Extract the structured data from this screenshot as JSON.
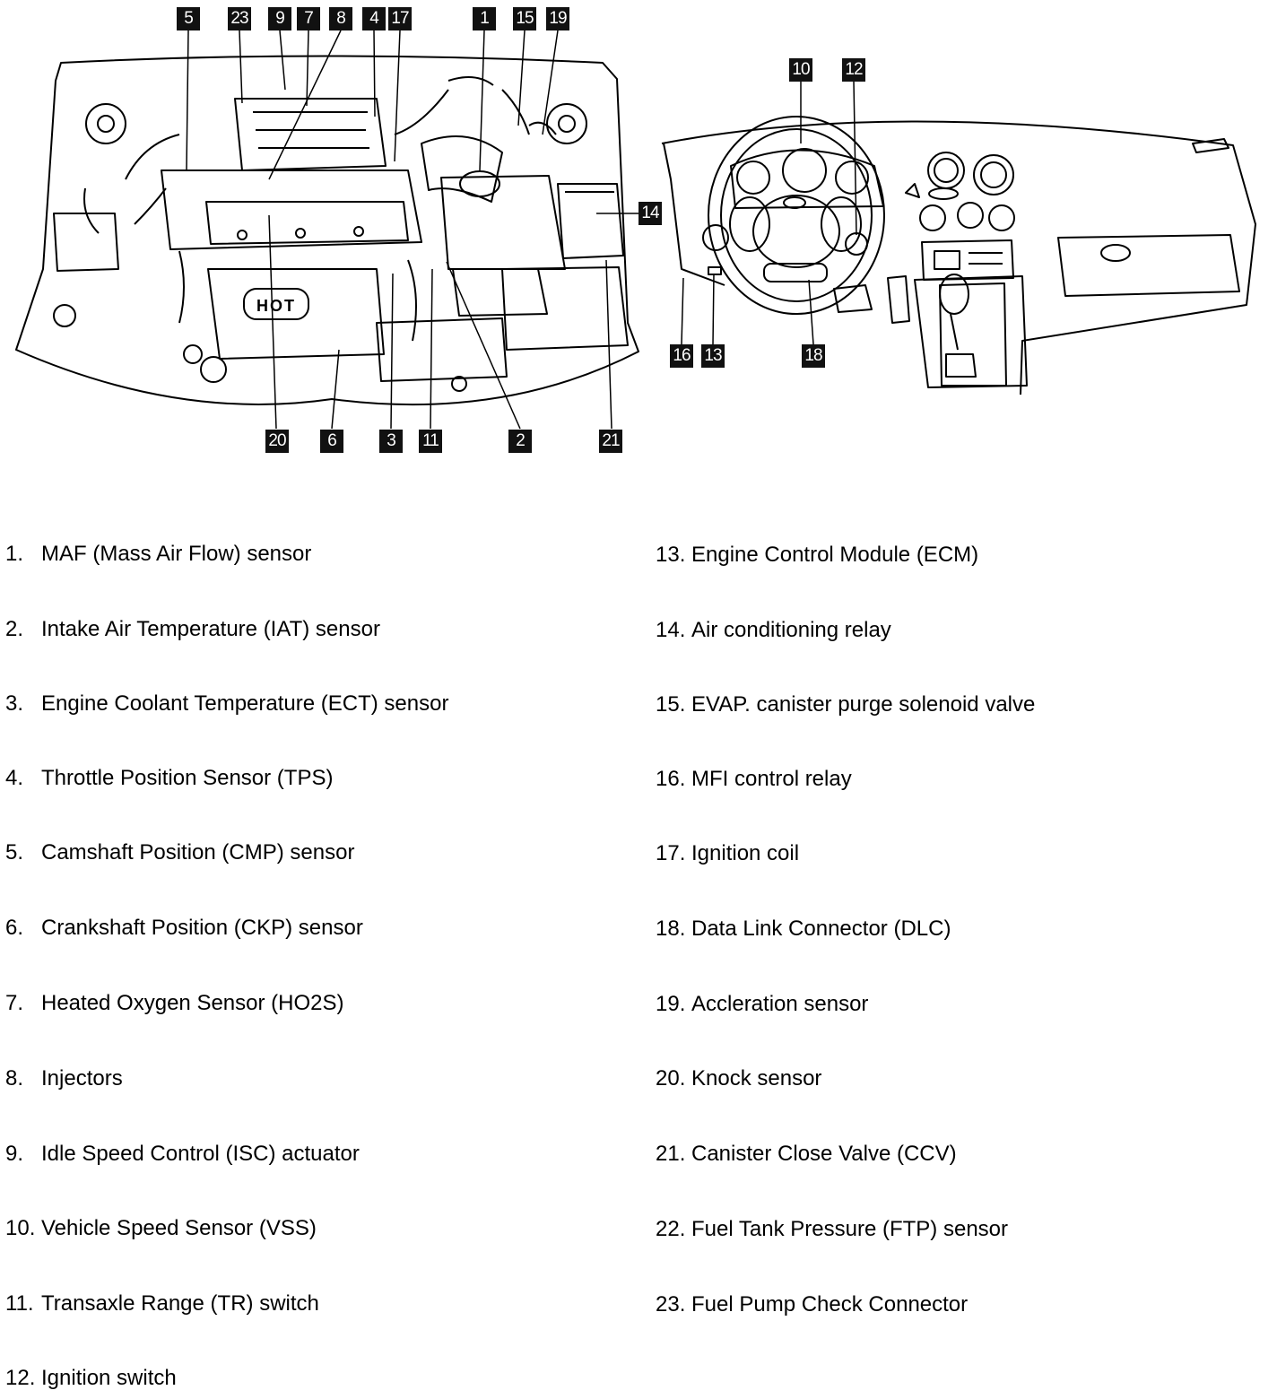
{
  "callouts": {
    "c5": "5",
    "c23": "23",
    "c9": "9",
    "c7": "7",
    "c8": "8",
    "c4": "4",
    "c17": "17",
    "c1": "1",
    "c15": "15",
    "c19": "19",
    "c14": "14",
    "c20": "20",
    "c6": "6",
    "c3": "3",
    "c11": "11",
    "c2": "2",
    "c21": "21",
    "c10": "10",
    "c12": "12",
    "c16": "16",
    "c13": "13",
    "c18": "18"
  },
  "engine_labels": {
    "hot": "HOT"
  },
  "legend": [
    {
      "num": "1.",
      "text": "MAF (Mass Air Flow) sensor"
    },
    {
      "num": "2.",
      "text": "Intake Air Temperature (IAT) sensor"
    },
    {
      "num": "3.",
      "text": "Engine Coolant Temperature (ECT) sensor"
    },
    {
      "num": "4.",
      "text": "Throttle Position Sensor (TPS)"
    },
    {
      "num": "5.",
      "text": "Camshaft Position (CMP) sensor"
    },
    {
      "num": "6.",
      "text": "Crankshaft Position (CKP) sensor"
    },
    {
      "num": "7.",
      "text": "Heated Oxygen Sensor (HO2S)"
    },
    {
      "num": "8.",
      "text": "Injectors"
    },
    {
      "num": "9.",
      "text": "Idle Speed Control (ISC) actuator"
    },
    {
      "num": "10.",
      "text": "Vehicle Speed Sensor (VSS)"
    },
    {
      "num": "11.",
      "text": "Transaxle Range (TR) switch"
    },
    {
      "num": "12.",
      "text": "Ignition switch"
    },
    {
      "num": "13.",
      "text": "Engine Control Module (ECM)"
    },
    {
      "num": "14.",
      "text": "Air conditioning relay"
    },
    {
      "num": "15.",
      "text": "EVAP. canister purge solenoid valve"
    },
    {
      "num": "16.",
      "text": "MFI control relay"
    },
    {
      "num": "17.",
      "text": "Ignition coil"
    },
    {
      "num": "18.",
      "text": "Data Link Connector (DLC)"
    },
    {
      "num": "19.",
      "text": "Accleration sensor"
    },
    {
      "num": "20.",
      "text": "Knock sensor"
    },
    {
      "num": "21.",
      "text": "Canister Close Valve (CCV)"
    },
    {
      "num": "22.",
      "text": "Fuel Tank Pressure (FTP) sensor"
    },
    {
      "num": "23.",
      "text": "Fuel Pump Check Connector"
    }
  ]
}
